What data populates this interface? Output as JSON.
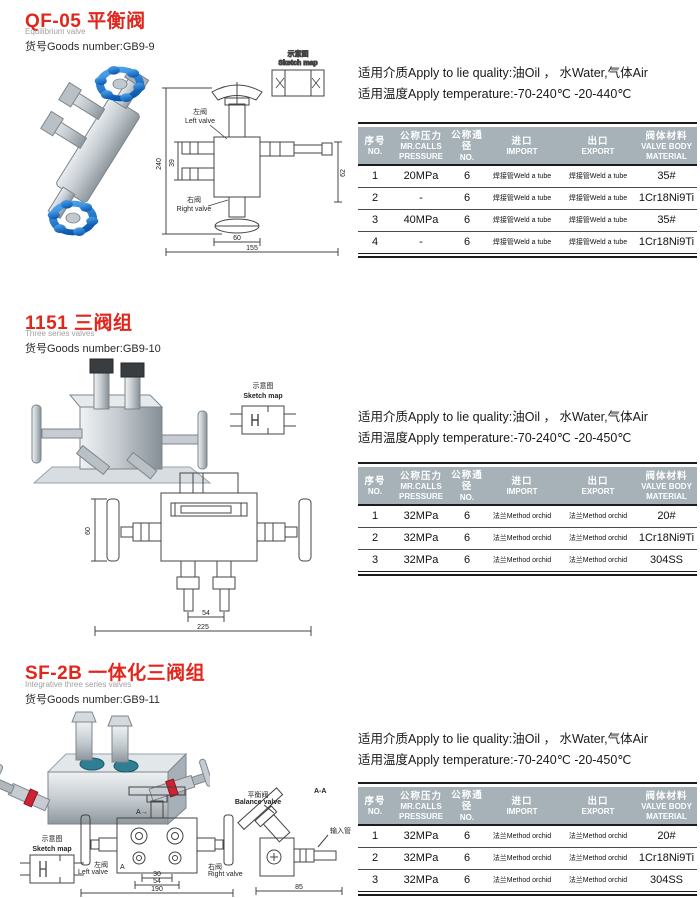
{
  "colors": {
    "accent_red": "#e2261c",
    "table_header_bg": "#a6b2b8"
  },
  "table_headers": [
    {
      "zh": "序号",
      "en": "NO."
    },
    {
      "zh": "公称压力",
      "en": "MR.CALLS\nPRESSURE"
    },
    {
      "zh": "公称通径",
      "en": "NO."
    },
    {
      "zh": "进口",
      "en": "IMPORT"
    },
    {
      "zh": "出口",
      "en": "EXPORT"
    },
    {
      "zh": "阀体材料",
      "en": "VALVE BODY\nMATERIAL"
    }
  ],
  "sections": [
    {
      "title": "QF-05 平衡阀",
      "subtitle": "Equilibrium valve",
      "goods_number": "货号Goods number:GB9-9",
      "apply_medium": "适用介质Apply to lie quality:油Oil ， 水Water,气体Air",
      "apply_temperature": "适用温度Apply temperature:-70-240℃  -20-440℃",
      "sketch_zh": "示意图",
      "sketch_en": "Sketch map",
      "drawing": {
        "left_valve_zh": "左阀",
        "left_valve_en": "Left valve",
        "right_valve_zh": "右阀",
        "right_valve_en": "Right valve",
        "dim_height": "240",
        "dim_offset": "39",
        "dim_right": "62",
        "dim_bottom_inner": "60",
        "dim_bottom_outer": "155"
      },
      "table": {
        "rows": [
          [
            "1",
            "20MPa",
            "6",
            "焊接管Weld a tube",
            "焊接管Weld a tube",
            "35#"
          ],
          [
            "2",
            "-",
            "6",
            "焊接管Weld a tube",
            "焊接管Weld a tube",
            "1Cr18Ni9Ti"
          ],
          [
            "3",
            "40MPa",
            "6",
            "焊接管Weld a tube",
            "焊接管Weld a tube",
            "35#"
          ],
          [
            "4",
            "-",
            "6",
            "焊接管Weld a tube",
            "焊接管Weld a tube",
            "1Cr18Ni9Ti"
          ]
        ]
      }
    },
    {
      "title": "1151 三阀组",
      "subtitle": "Three series valves",
      "goods_number": "货号Goods number:GB9-10",
      "apply_medium": "适用介质Apply to lie quality:油Oil ， 水Water,气体Air",
      "apply_temperature": "适用温度Apply temperature:-70-240℃  -20-450℃",
      "sketch_zh": "示意图",
      "sketch_en": "Sketch map",
      "drawing": {
        "dim_left": "60",
        "dim_inner": "54",
        "dim_outer": "225"
      },
      "table": {
        "rows": [
          [
            "1",
            "32MPa",
            "6",
            "法兰Method orchid",
            "法兰Method orchid",
            "20#"
          ],
          [
            "2",
            "32MPa",
            "6",
            "法兰Method orchid",
            "法兰Method orchid",
            "1Cr18Ni9Ti"
          ],
          [
            "3",
            "32MPa",
            "6",
            "法兰Method orchid",
            "法兰Method orchid",
            "304SS"
          ]
        ]
      }
    },
    {
      "title": "SF-2B 一体化三阀组",
      "subtitle": "Integrative three series valves",
      "goods_number": "货号Goods number:GB9-11",
      "apply_medium": "适用介质Apply to lie quality:油Oil ， 水Water,气体Air",
      "apply_temperature": "适用温度Apply temperature:-70-240℃  -20-450℃",
      "sketch_zh": "示意图",
      "sketch_en": "Sketch map",
      "drawing": {
        "section_label": "A-A",
        "balance_zh": "平衡阀",
        "balance_en": "Balance valve",
        "left_valve_zh": "左阀",
        "left_valve_en": "Left valve",
        "right_valve_zh": "右阀",
        "right_valve_en": "Right valve",
        "label_a_arrow": "A→",
        "label_a": "A",
        "inlet_label": "输入管",
        "dim_1": "30",
        "dim_2": "54",
        "dim_3": "190",
        "dim_right": "85"
      },
      "table": {
        "rows": [
          [
            "1",
            "32MPa",
            "6",
            "法兰Method orchid",
            "法兰Method orchid",
            "20#"
          ],
          [
            "2",
            "32MPa",
            "6",
            "法兰Method orchid",
            "法兰Method orchid",
            "1Cr18Ni9Ti"
          ],
          [
            "3",
            "32MPa",
            "6",
            "法兰Method orchid",
            "法兰Method orchid",
            "304SS"
          ]
        ]
      }
    }
  ]
}
